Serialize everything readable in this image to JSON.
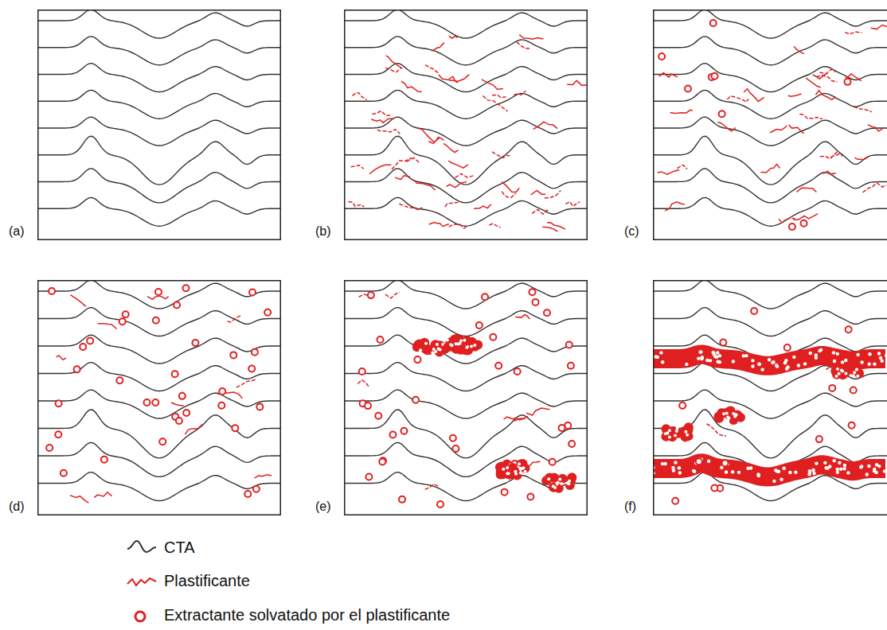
{
  "diagram": {
    "labels": [
      "(a)",
      "(b)",
      "(c)",
      "(d)",
      "(e)",
      "(f)"
    ],
    "legend": [
      {
        "text": "CTA"
      },
      {
        "text": "Plastificante"
      },
      {
        "text": "Extractante solvatado por el plastificante"
      }
    ]
  }
}
